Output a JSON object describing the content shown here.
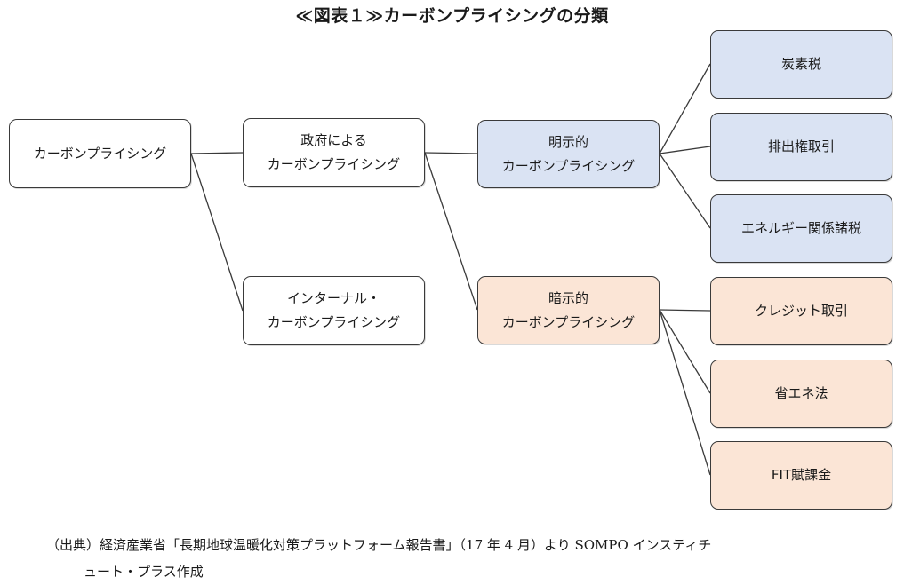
{
  "title": "≪図表１≫カーボンプライシングの分類",
  "nodes": {
    "root": {
      "lines": [
        "カーボンプライシング"
      ]
    },
    "government": {
      "lines": [
        "政府による",
        "カーボンプライシング"
      ]
    },
    "internal": {
      "lines": [
        "インターナル・",
        "カーボンプライシング"
      ]
    },
    "explicit": {
      "lines": [
        "明示的",
        "カーボンプライシング"
      ]
    },
    "implicit": {
      "lines": [
        "暗示的",
        "カーボンプライシング"
      ]
    },
    "carbon_tax": {
      "lines": [
        "炭素税"
      ]
    },
    "emissions_trading": {
      "lines": [
        "排出権取引"
      ]
    },
    "energy_taxes": {
      "lines": [
        "エネルギー関係諸税"
      ]
    },
    "credit_trading": {
      "lines": [
        "クレジット取引"
      ]
    },
    "energy_saving_law": {
      "lines": [
        "省エネ法"
      ]
    },
    "fit_levy": {
      "lines": [
        "FIT賦課金"
      ]
    }
  },
  "colors": {
    "explicit_fill": "#dae3f3",
    "implicit_fill": "#fbe5d6",
    "neutral_fill": "#ffffff",
    "border": "#3a3a3a"
  },
  "source": {
    "line1": "（出典）経済産業省「長期地球温暖化対策プラットフォーム報告書」（17 年 4 月）より SOMPO インスティチ",
    "line2": "ュート・プラス作成"
  }
}
